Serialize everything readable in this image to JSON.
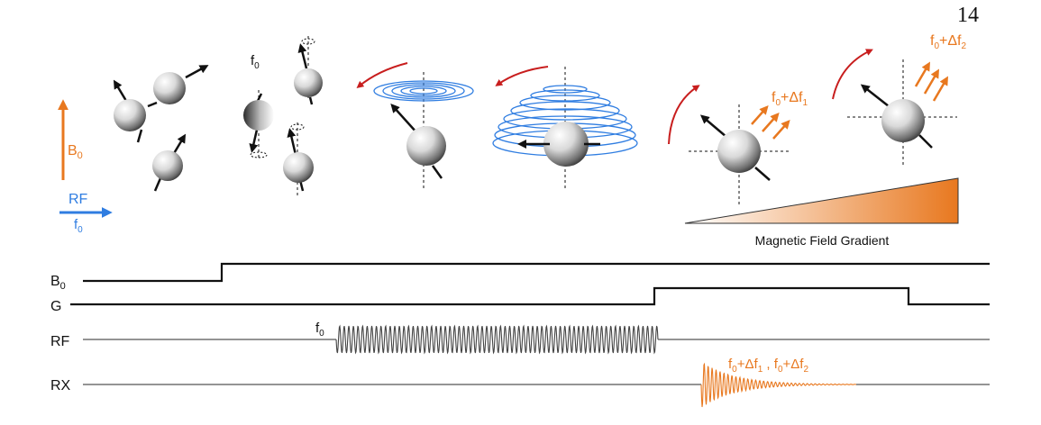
{
  "page": {
    "number": "14"
  },
  "legend": {
    "b0_label": "B",
    "b0_sub": "0",
    "rf_label": "RF",
    "rf_freq": "f",
    "rf_freq_sub": "0",
    "b0_color": "#e8781f",
    "rf_color": "#2f7de1"
  },
  "stages": {
    "precess_label_base": "f",
    "precess_label_sub": "0",
    "spin1_label_base": "f",
    "spin1_label_sub": "0",
    "spin1_delta": "+Δf",
    "spin1_delta_sub": "1",
    "spin2_label_base": "f",
    "spin2_label_sub": "0",
    "spin2_delta": "+Δf",
    "spin2_delta_sub": "2",
    "gradient_label": "Magnetic Field Gradient"
  },
  "timing": {
    "rows": [
      {
        "label": "B",
        "sub": "0"
      },
      {
        "label": "G",
        "sub": ""
      },
      {
        "label": "RF",
        "sub": ""
      },
      {
        "label": "RX",
        "sub": ""
      }
    ],
    "rf_pulse_label_base": "f",
    "rf_pulse_label_sub": "0",
    "rx_label_a": "f",
    "rx_label_a_sub": "0",
    "rx_label_a_delta": "+Δf",
    "rx_label_a_delta_sub": "1",
    "rx_sep": " , ",
    "rx_label_b": "f",
    "rx_label_b_sub": "0",
    "rx_label_b_delta": "+Δf",
    "rx_label_b_delta_sub": "2"
  },
  "colors": {
    "orange": "#e8781f",
    "blue": "#2f7de1",
    "red_arrow": "#c81e1e",
    "line": "#222222"
  }
}
